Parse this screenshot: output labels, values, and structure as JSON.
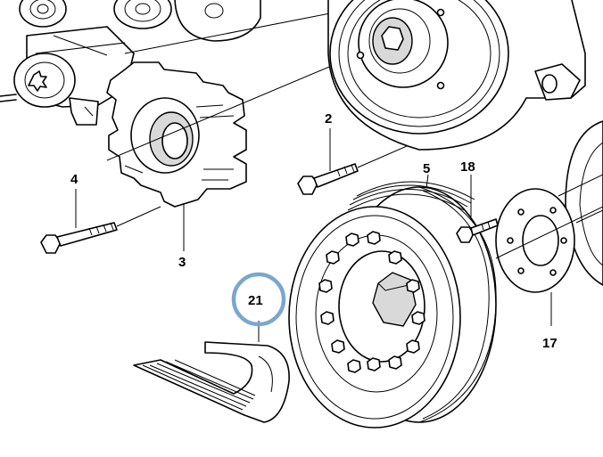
{
  "figure": {
    "callouts": [
      {
        "id": "label-2",
        "text": "2"
      },
      {
        "id": "label-3",
        "text": "3"
      },
      {
        "id": "label-4",
        "text": "4"
      },
      {
        "id": "label-5",
        "text": "5"
      },
      {
        "id": "label-17",
        "text": "17"
      },
      {
        "id": "label-18",
        "text": "18"
      },
      {
        "id": "label-21",
        "text": "21"
      }
    ],
    "highlighted_callout": "21",
    "highlight_color": "#7ba7cf",
    "line_color": "#000000",
    "background": "#ffffff"
  }
}
